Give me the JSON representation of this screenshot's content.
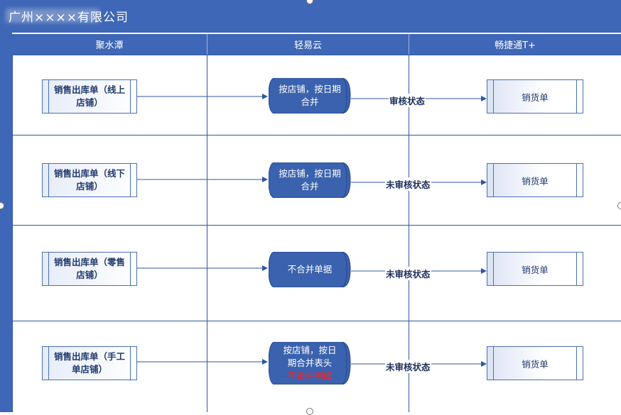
{
  "title": "广州××××有限公司",
  "lanes": [
    "聚水潭",
    "轻易云",
    "畅捷通T+"
  ],
  "rows": [
    {
      "source": "销售出库单（线上店铺）",
      "process": [
        "按店铺，按日期",
        "合并"
      ],
      "process_note": "",
      "status": "审核状态",
      "target": "销货单"
    },
    {
      "source": "销售出库单（线下店铺）",
      "process": [
        "按店铺，按日期",
        "合并"
      ],
      "process_note": "",
      "status": "未审核状态",
      "target": "销货单"
    },
    {
      "source": "销售出库单（零售店铺）",
      "process": [
        "不合并单据"
      ],
      "process_note": "",
      "status": "未审核状态",
      "target": "销货单"
    },
    {
      "source": "销售出库单（手工单店铺）",
      "process": [
        "按店铺，按日",
        "期合并表头"
      ],
      "process_note": "不合并明细",
      "status": "未审核状态",
      "target": "销货单"
    }
  ],
  "colors": {
    "header": "#3f67b7",
    "process_fill": "#3b62ae",
    "line": "#2f56a3",
    "note": "#ff2020"
  }
}
